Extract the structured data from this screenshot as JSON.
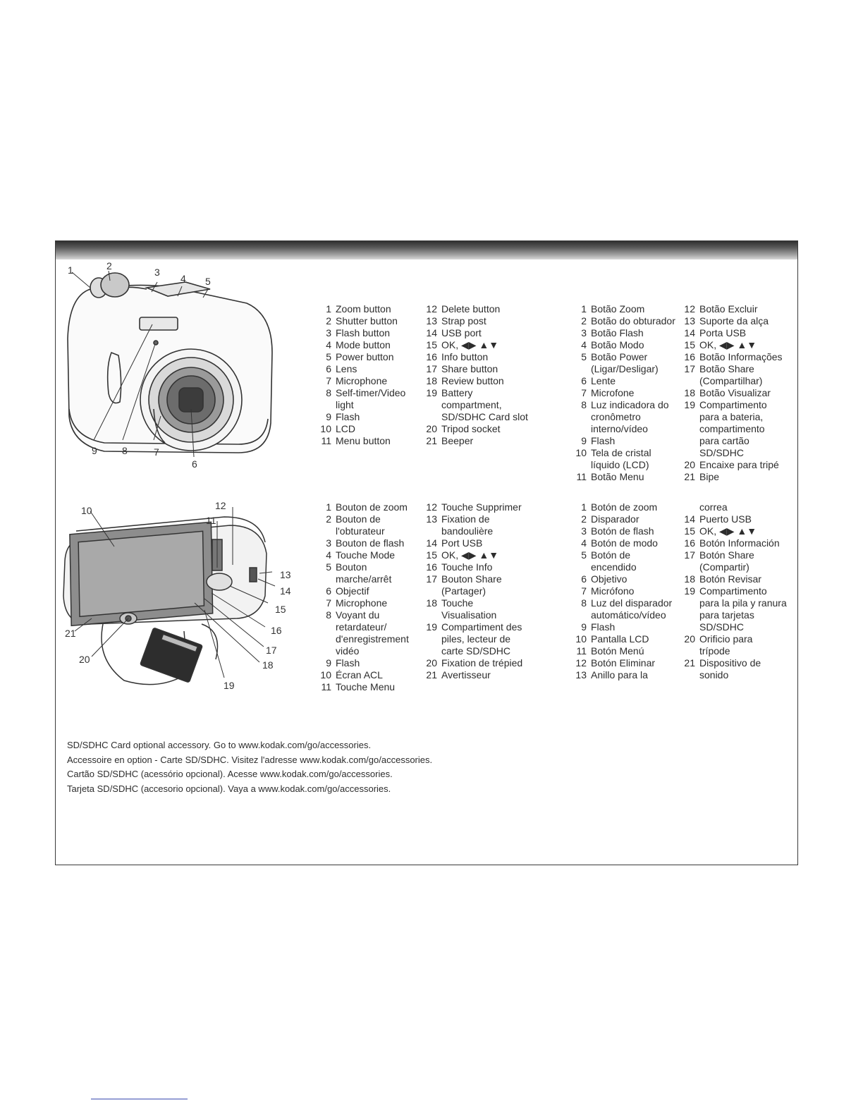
{
  "front_callouts": [
    "1",
    "2",
    "3",
    "4",
    "5",
    "6",
    "7",
    "8",
    "9"
  ],
  "back_callouts": [
    "10",
    "11",
    "12",
    "13",
    "14",
    "15",
    "16",
    "17",
    "18",
    "19",
    "20",
    "21"
  ],
  "lists": {
    "en_a": [
      {
        "n": "1",
        "t": "Zoom button"
      },
      {
        "n": "2",
        "t": "Shutter button"
      },
      {
        "n": "3",
        "t": "Flash button"
      },
      {
        "n": "4",
        "t": "Mode button"
      },
      {
        "n": "5",
        "t": "Power button"
      },
      {
        "n": "6",
        "t": "Lens"
      },
      {
        "n": "7",
        "t": "Microphone"
      },
      {
        "n": "8",
        "t": "Self-timer/Video\nlight"
      },
      {
        "n": "9",
        "t": "Flash"
      },
      {
        "n": "10",
        "t": "LCD"
      },
      {
        "n": "11",
        "t": "Menu button"
      }
    ],
    "en_b": [
      {
        "n": "12",
        "t": "Delete button"
      },
      {
        "n": "13",
        "t": "Strap post"
      },
      {
        "n": "14",
        "t": "USB port"
      },
      {
        "n": "15",
        "t": "OK, ◀▶ ▲▼"
      },
      {
        "n": "16",
        "t": "Info button"
      },
      {
        "n": "17",
        "t": "Share button"
      },
      {
        "n": "18",
        "t": "Review button"
      },
      {
        "n": "19",
        "t": "Battery\ncompartment,\nSD/SDHC Card slot"
      },
      {
        "n": "20",
        "t": "Tripod socket"
      },
      {
        "n": "21",
        "t": "Beeper"
      }
    ],
    "pt_a": [
      {
        "n": "1",
        "t": "Botão Zoom"
      },
      {
        "n": "2",
        "t": "Botão do obturador"
      },
      {
        "n": "3",
        "t": "Botão Flash"
      },
      {
        "n": "4",
        "t": "Botão Modo"
      },
      {
        "n": "5",
        "t": "Botão Power\n(Ligar/Desligar)"
      },
      {
        "n": "6",
        "t": "Lente"
      },
      {
        "n": "7",
        "t": "Microfone"
      },
      {
        "n": "8",
        "t": "Luz indicadora do\ncronômetro\ninterno/vídeo"
      },
      {
        "n": "9",
        "t": "Flash"
      },
      {
        "n": "10",
        "t": "Tela de cristal\nlíquido (LCD)"
      },
      {
        "n": "11",
        "t": "Botão Menu"
      }
    ],
    "pt_b": [
      {
        "n": "12",
        "t": "Botão Excluir"
      },
      {
        "n": "13",
        "t": "Suporte da alça"
      },
      {
        "n": "14",
        "t": "Porta USB"
      },
      {
        "n": "15",
        "t": "OK, ◀▶ ▲▼"
      },
      {
        "n": "16",
        "t": "Botão Informações"
      },
      {
        "n": "17",
        "t": "Botão Share\n(Compartilhar)"
      },
      {
        "n": "18",
        "t": "Botão Visualizar"
      },
      {
        "n": "19",
        "t": "Compartimento\npara a bateria,\ncompartimento\npara cartão\nSD/SDHC"
      },
      {
        "n": "20",
        "t": "Encaixe para tripé"
      },
      {
        "n": "21",
        "t": "Bipe"
      }
    ],
    "fr_a": [
      {
        "n": "1",
        "t": "Bouton de zoom"
      },
      {
        "n": "2",
        "t": "Bouton de\nl'obturateur"
      },
      {
        "n": "3",
        "t": "Bouton de flash"
      },
      {
        "n": "4",
        "t": "Touche Mode"
      },
      {
        "n": "5",
        "t": "Bouton\nmarche/arrêt"
      },
      {
        "n": "6",
        "t": "Objectif"
      },
      {
        "n": "7",
        "t": "Microphone"
      },
      {
        "n": "8",
        "t": "Voyant du\nretardateur/\nd'enregistrement\nvidéo"
      },
      {
        "n": "9",
        "t": "Flash"
      },
      {
        "n": "10",
        "t": "Écran ACL"
      },
      {
        "n": "11",
        "t": "Touche Menu"
      }
    ],
    "fr_b": [
      {
        "n": "12",
        "t": "Touche Supprimer"
      },
      {
        "n": "13",
        "t": "Fixation de\nbandoulière"
      },
      {
        "n": "14",
        "t": "Port USB"
      },
      {
        "n": "15",
        "t": "OK, ◀▶ ▲▼"
      },
      {
        "n": "16",
        "t": "Touche Info"
      },
      {
        "n": "17",
        "t": "Bouton Share\n(Partager)"
      },
      {
        "n": "18",
        "t": "Touche\nVisualisation"
      },
      {
        "n": "19",
        "t": "Compartiment des\npiles, lecteur de\ncarte SD/SDHC"
      },
      {
        "n": "20",
        "t": "Fixation de trépied"
      },
      {
        "n": "21",
        "t": "Avertisseur"
      }
    ],
    "es_a": [
      {
        "n": "1",
        "t": "Botón de zoom"
      },
      {
        "n": "2",
        "t": "Disparador"
      },
      {
        "n": "3",
        "t": "Botón de flash"
      },
      {
        "n": "4",
        "t": "Botón de modo"
      },
      {
        "n": "5",
        "t": "Botón de\nencendido"
      },
      {
        "n": "6",
        "t": "Objetivo"
      },
      {
        "n": "7",
        "t": "Micrófono"
      },
      {
        "n": "8",
        "t": "Luz del disparador\nautomático/vídeo"
      },
      {
        "n": "9",
        "t": "Flash"
      },
      {
        "n": "10",
        "t": "Pantalla LCD"
      },
      {
        "n": "11",
        "t": "Botón Menú"
      },
      {
        "n": "12",
        "t": "Botón Eliminar"
      },
      {
        "n": "13",
        "t": "Anillo para la"
      }
    ],
    "es_b": [
      {
        "n": "",
        "t": "correa"
      },
      {
        "n": "14",
        "t": "Puerto USB"
      },
      {
        "n": "15",
        "t": "OK, ◀▶ ▲▼"
      },
      {
        "n": "16",
        "t": "Botón Información"
      },
      {
        "n": "17",
        "t": "Botón Share\n(Compartir)"
      },
      {
        "n": "18",
        "t": "Botón Revisar"
      },
      {
        "n": "19",
        "t": "Compartimento\npara la pila y ranura\npara tarjetas\nSD/SDHC"
      },
      {
        "n": "20",
        "t": "Orificio para\ntrípode"
      },
      {
        "n": "21",
        "t": "Dispositivo de\nsonido"
      }
    ]
  },
  "footnotes": [
    "SD/SDHC Card optional accessory. Go to www.kodak.com/go/accessories.",
    "Accessoire en option - Carte SD/SDHC. Visitez l'adresse www.kodak.com/go/accessories.",
    "Cartão SD/SDHC (acessório opcional). Acesse www.kodak.com/go/accessories.",
    "Tarjeta SD/SDHC (accesorio opcional). Vaya a www.kodak.com/go/accessories."
  ]
}
